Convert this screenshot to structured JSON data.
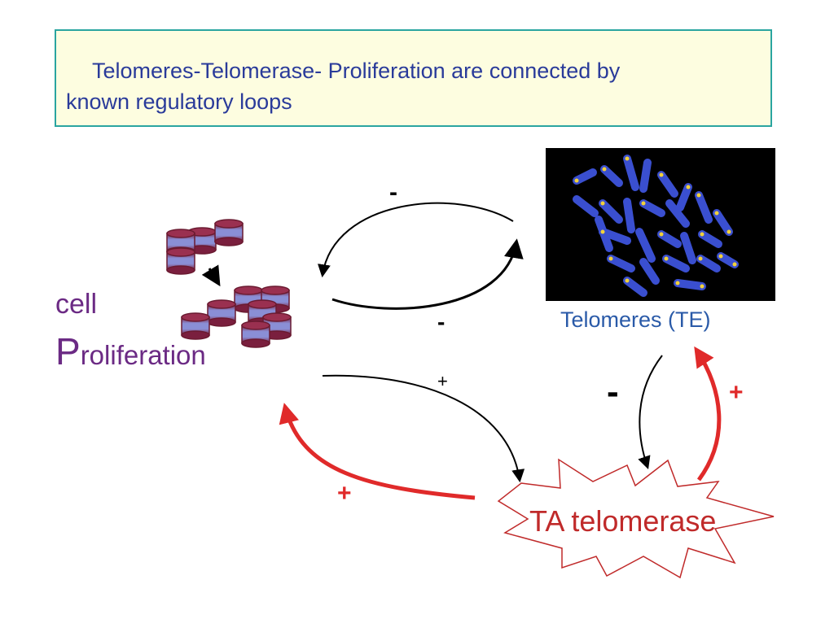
{
  "title": {
    "line1": "Telomeres-Telomerase- Proliferation  are connected by",
    "line2": "known regulatory loops"
  },
  "labels": {
    "cell": "cell",
    "proliferation_initial": "P",
    "proliferation_rest": "roliferation",
    "telomeres": "Telomeres (TE)",
    "telomerase": "TA telomerase"
  },
  "signs": {
    "loop_top": "-",
    "loop_bottom": "-",
    "prolif_to_telomerase": "+",
    "telomeres_to_telomerase": "-",
    "telomerase_to_telomeres": "+",
    "telomerase_to_prolif": "+"
  },
  "colors": {
    "title_text": "#2a3b9a",
    "title_border": "#2aa5a0",
    "title_fill": "#fdfde0",
    "proliferation": "#6b2a84",
    "telomeres": "#2a5aa8",
    "telomerase": "#c02a2a",
    "positive_arrow": "#e02a2a",
    "neutral_arrow": "#000000",
    "cell_fill": "#8a2a4a",
    "cell_band": "#8a8fd6"
  },
  "images": {
    "chromosome_spread": "metaphase-chromosome-spread"
  }
}
